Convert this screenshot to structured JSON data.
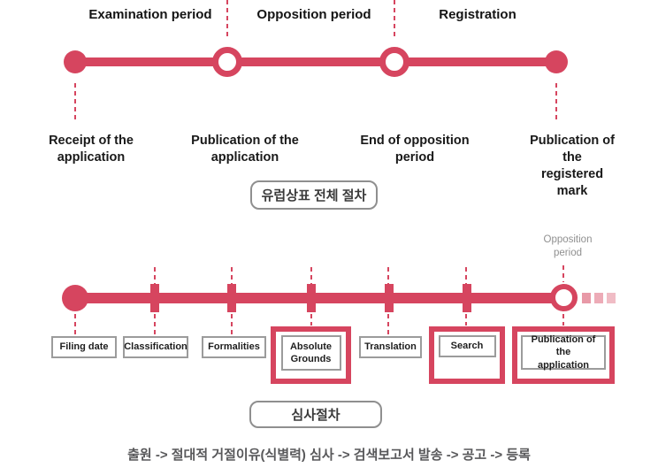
{
  "colors": {
    "accent_red": "#d6455f",
    "box_border_gray": "#9b9b9b",
    "caption_border_gray": "#8f8f8f",
    "annotation_gray": "#909090",
    "footer_gray": "#58585a"
  },
  "timeline_overall": {
    "phases": [
      "Examination period",
      "Opposition period",
      "Registration"
    ],
    "milestones": [
      "Receipt of the\napplication",
      "Publication of the\napplication",
      "End of opposition\nperiod",
      "Publication of the\nregistered mark"
    ],
    "caption": "유럽상표 전체 절차"
  },
  "timeline_examination": {
    "annotation": "Opposition\nperiod",
    "steps": [
      {
        "label": "Filing date",
        "highlighted": false
      },
      {
        "label": "Classification",
        "highlighted": false
      },
      {
        "label": "Formalities",
        "highlighted": false
      },
      {
        "label": "Absolute\nGrounds",
        "highlighted": true
      },
      {
        "label": "Translation",
        "highlighted": false
      },
      {
        "label": "Search",
        "highlighted": true
      },
      {
        "label": "Publication of the\napplication",
        "highlighted": true
      }
    ],
    "caption": "심사절차"
  },
  "footer": {
    "text": "출원 -> 절대적 거절이유(식별력) 심사 -> 검색보고서 발송 -> 공고 -> 등록"
  }
}
